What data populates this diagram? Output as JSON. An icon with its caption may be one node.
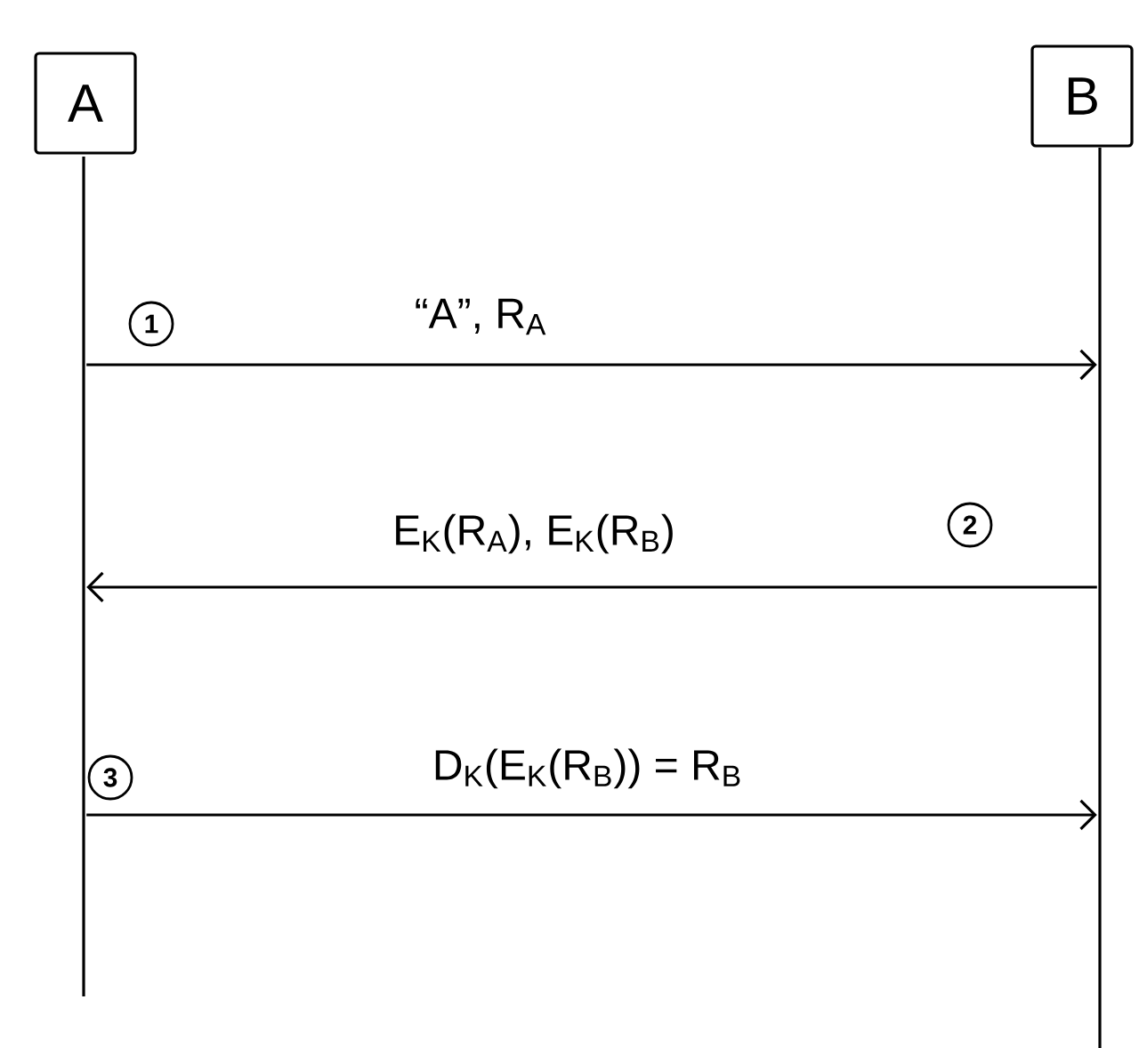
{
  "diagram": {
    "nodes": [
      {
        "text": [
          "A"
        ]
      },
      {
        "text": [
          "B"
        ]
      },
      {
        "text": [],
        "shape": "bar"
      },
      {
        "text": [],
        "shape": "bar"
      },
      {
        "text": [
          "1"
        ]
      },
      {
        "text": [
          "2"
        ]
      },
      {
        "text": [
          "3"
        ]
      }
    ],
    "edges": [
      {
        "from": 2,
        "to": 3,
        "arrow": "to",
        "label": "“A”, R$_{A}$"
      },
      {
        "from": 3,
        "to": 2,
        "arrow": "to",
        "label": "E$_{K}$(R$_{A}$), E$_{K}$(R$_{B}$)"
      },
      {
        "from": 2,
        "to": 3,
        "arrow": "to",
        "label": "D$_{K}$(E$_{K}$(R$_{B}$)) = R$_{B}$"
      }
    ]
  }
}
